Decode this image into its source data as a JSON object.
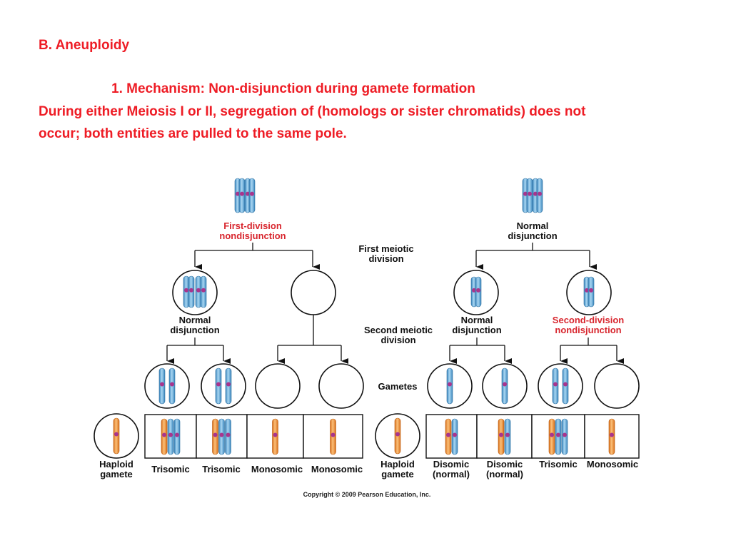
{
  "slide": {
    "title": "B. Aneuploidy",
    "mechanism": "1. Mechanism: Non-disjunction during gamete formation",
    "description_line1": "During either Meiosis I or II, segregation of (homologs or sister chromatids) does not",
    "description_line2": "occur; both entities are pulled to the same pole."
  },
  "diagram": {
    "left": {
      "top_label": [
        "First-division",
        "nondisjunction"
      ],
      "second_label": [
        "Normal",
        "disjunction"
      ]
    },
    "right": {
      "top_label": [
        "Normal",
        "disjunction"
      ],
      "second_label": [
        "Second-division",
        "nondisjunction"
      ]
    },
    "stage_labels": {
      "first_meiotic": [
        "First meiotic",
        "division"
      ],
      "second_meiotic": [
        "Second meiotic",
        "division"
      ],
      "gametes": "Gametes"
    },
    "haploid_label": [
      "Haploid",
      "gamete"
    ],
    "left_outcomes": [
      "Trisomic",
      "Trisomic",
      "Monosomic",
      "Monosomic"
    ],
    "right_outcomes": [
      [
        "Disomic",
        "(normal)"
      ],
      [
        "Disomic",
        "(normal)"
      ],
      [
        "Trisomic"
      ],
      [
        "Monosomic"
      ]
    ],
    "copyright": "Copyright © 2009 Pearson Education, Inc."
  },
  "colors": {
    "heading": "#ee1c25",
    "highlight_label": "#d8262e",
    "chromosome_blue": "#6cb3de",
    "chromosome_orange": "#f08f2a",
    "centromere": "#a8358d"
  }
}
